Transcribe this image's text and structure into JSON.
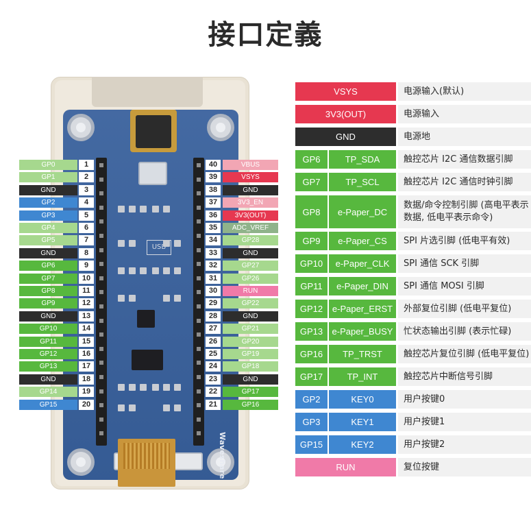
{
  "title": "接口定義",
  "colors": {
    "red": "#e63850",
    "black": "#2d2d2d",
    "green": "#57b83e",
    "light_green": "#a6d88e",
    "blue": "#3f87d1",
    "pink": "#f07aa8",
    "light_pink": "#f2a6b4",
    "sage": "#8fb38a"
  },
  "board": {
    "usb_label": "USB",
    "brand": "Waveshare"
  },
  "left_pins": [
    {
      "name": "GP0",
      "num": "1",
      "color": "#a6d88e"
    },
    {
      "name": "GP1",
      "num": "2",
      "color": "#a6d88e"
    },
    {
      "name": "GND",
      "num": "3",
      "color": "#2d2d2d"
    },
    {
      "name": "GP2",
      "num": "4",
      "color": "#3f87d1"
    },
    {
      "name": "GP3",
      "num": "5",
      "color": "#3f87d1"
    },
    {
      "name": "GP4",
      "num": "6",
      "color": "#a6d88e"
    },
    {
      "name": "GP5",
      "num": "7",
      "color": "#a6d88e"
    },
    {
      "name": "GND",
      "num": "8",
      "color": "#2d2d2d"
    },
    {
      "name": "GP6",
      "num": "9",
      "color": "#57b83e"
    },
    {
      "name": "GP7",
      "num": "10",
      "color": "#57b83e"
    },
    {
      "name": "GP8",
      "num": "11",
      "color": "#57b83e"
    },
    {
      "name": "GP9",
      "num": "12",
      "color": "#57b83e"
    },
    {
      "name": "GND",
      "num": "13",
      "color": "#2d2d2d"
    },
    {
      "name": "GP10",
      "num": "14",
      "color": "#57b83e"
    },
    {
      "name": "GP11",
      "num": "15",
      "color": "#57b83e"
    },
    {
      "name": "GP12",
      "num": "16",
      "color": "#57b83e"
    },
    {
      "name": "GP13",
      "num": "17",
      "color": "#57b83e"
    },
    {
      "name": "GND",
      "num": "18",
      "color": "#2d2d2d"
    },
    {
      "name": "GP14",
      "num": "19",
      "color": "#a6d88e"
    },
    {
      "name": "GP15",
      "num": "20",
      "color": "#3f87d1"
    }
  ],
  "right_pins": [
    {
      "name": "VBUS",
      "num": "40",
      "color": "#f2a6b4"
    },
    {
      "name": "VSYS",
      "num": "39",
      "color": "#e63850"
    },
    {
      "name": "GND",
      "num": "38",
      "color": "#2d2d2d"
    },
    {
      "name": "3V3_EN",
      "num": "37",
      "color": "#f2a6b4"
    },
    {
      "name": "3V3(OUT)",
      "num": "36",
      "color": "#e63850"
    },
    {
      "name": "ADC_VREF",
      "num": "35",
      "color": "#8fb38a"
    },
    {
      "name": "GP28",
      "num": "34",
      "color": "#a6d88e"
    },
    {
      "name": "GND",
      "num": "33",
      "color": "#2d2d2d"
    },
    {
      "name": "GP27",
      "num": "32",
      "color": "#a6d88e"
    },
    {
      "name": "GP26",
      "num": "31",
      "color": "#a6d88e"
    },
    {
      "name": "RUN",
      "num": "30",
      "color": "#f07aa8"
    },
    {
      "name": "GP22",
      "num": "29",
      "color": "#a6d88e"
    },
    {
      "name": "GND",
      "num": "28",
      "color": "#2d2d2d"
    },
    {
      "name": "GP21",
      "num": "27",
      "color": "#a6d88e"
    },
    {
      "name": "GP20",
      "num": "26",
      "color": "#a6d88e"
    },
    {
      "name": "GP19",
      "num": "25",
      "color": "#a6d88e"
    },
    {
      "name": "GP18",
      "num": "24",
      "color": "#a6d88e"
    },
    {
      "name": "GND",
      "num": "23",
      "color": "#2d2d2d"
    },
    {
      "name": "GP17",
      "num": "22",
      "color": "#57b83e"
    },
    {
      "name": "GP16",
      "num": "21",
      "color": "#57b83e"
    }
  ],
  "table": [
    {
      "pin": "VSYS",
      "func": "",
      "desc": "电源输入(默认)",
      "color": "#e63850"
    },
    {
      "pin": "3V3(OUT)",
      "func": "",
      "desc": "电源输入",
      "color": "#e63850"
    },
    {
      "pin": "GND",
      "func": "",
      "desc": "电源地",
      "color": "#2d2d2d"
    },
    {
      "pin": "GP6",
      "func": "TP_SDA",
      "desc": "触控芯片 I2C 通信数据引脚",
      "color": "#57b83e"
    },
    {
      "pin": "GP7",
      "func": "TP_SCL",
      "desc": "触控芯片 I2C 通信时钟引脚",
      "color": "#57b83e"
    },
    {
      "pin": "GP8",
      "func": "e-Paper_DC",
      "desc": "数据/命令控制引脚 (高电平表示数据, 低电平表示命令)",
      "color": "#57b83e"
    },
    {
      "pin": "GP9",
      "func": "e-Paper_CS",
      "desc": "SPI 片选引脚 (低电平有效)",
      "color": "#57b83e"
    },
    {
      "pin": "GP10",
      "func": "e-Paper_CLK",
      "desc": "SPI 通信 SCK 引脚",
      "color": "#57b83e"
    },
    {
      "pin": "GP11",
      "func": "e-Paper_DIN",
      "desc": "SPI 通信 MOSI 引脚",
      "color": "#57b83e"
    },
    {
      "pin": "GP12",
      "func": "e-Paper_ERST",
      "desc": "外部复位引脚 (低电平复位)",
      "color": "#57b83e"
    },
    {
      "pin": "GP13",
      "func": "e-Paper_BUSY",
      "desc": "忙状态输出引脚 (表示忙碌)",
      "color": "#57b83e"
    },
    {
      "pin": "GP16",
      "func": "TP_TRST",
      "desc": "触控芯片复位引脚 (低电平复位)",
      "color": "#57b83e"
    },
    {
      "pin": "GP17",
      "func": "TP_INT",
      "desc": "触控芯片中断信号引脚",
      "color": "#57b83e"
    },
    {
      "pin": "GP2",
      "func": "KEY0",
      "desc": "用户按键0",
      "color": "#3f87d1"
    },
    {
      "pin": "GP3",
      "func": "KEY1",
      "desc": "用户按键1",
      "color": "#3f87d1"
    },
    {
      "pin": "GP15",
      "func": "KEY2",
      "desc": "用户按键2",
      "color": "#3f87d1"
    },
    {
      "pin": "RUN",
      "func": "",
      "desc": "复位按键",
      "color": "#f07aa8"
    }
  ]
}
